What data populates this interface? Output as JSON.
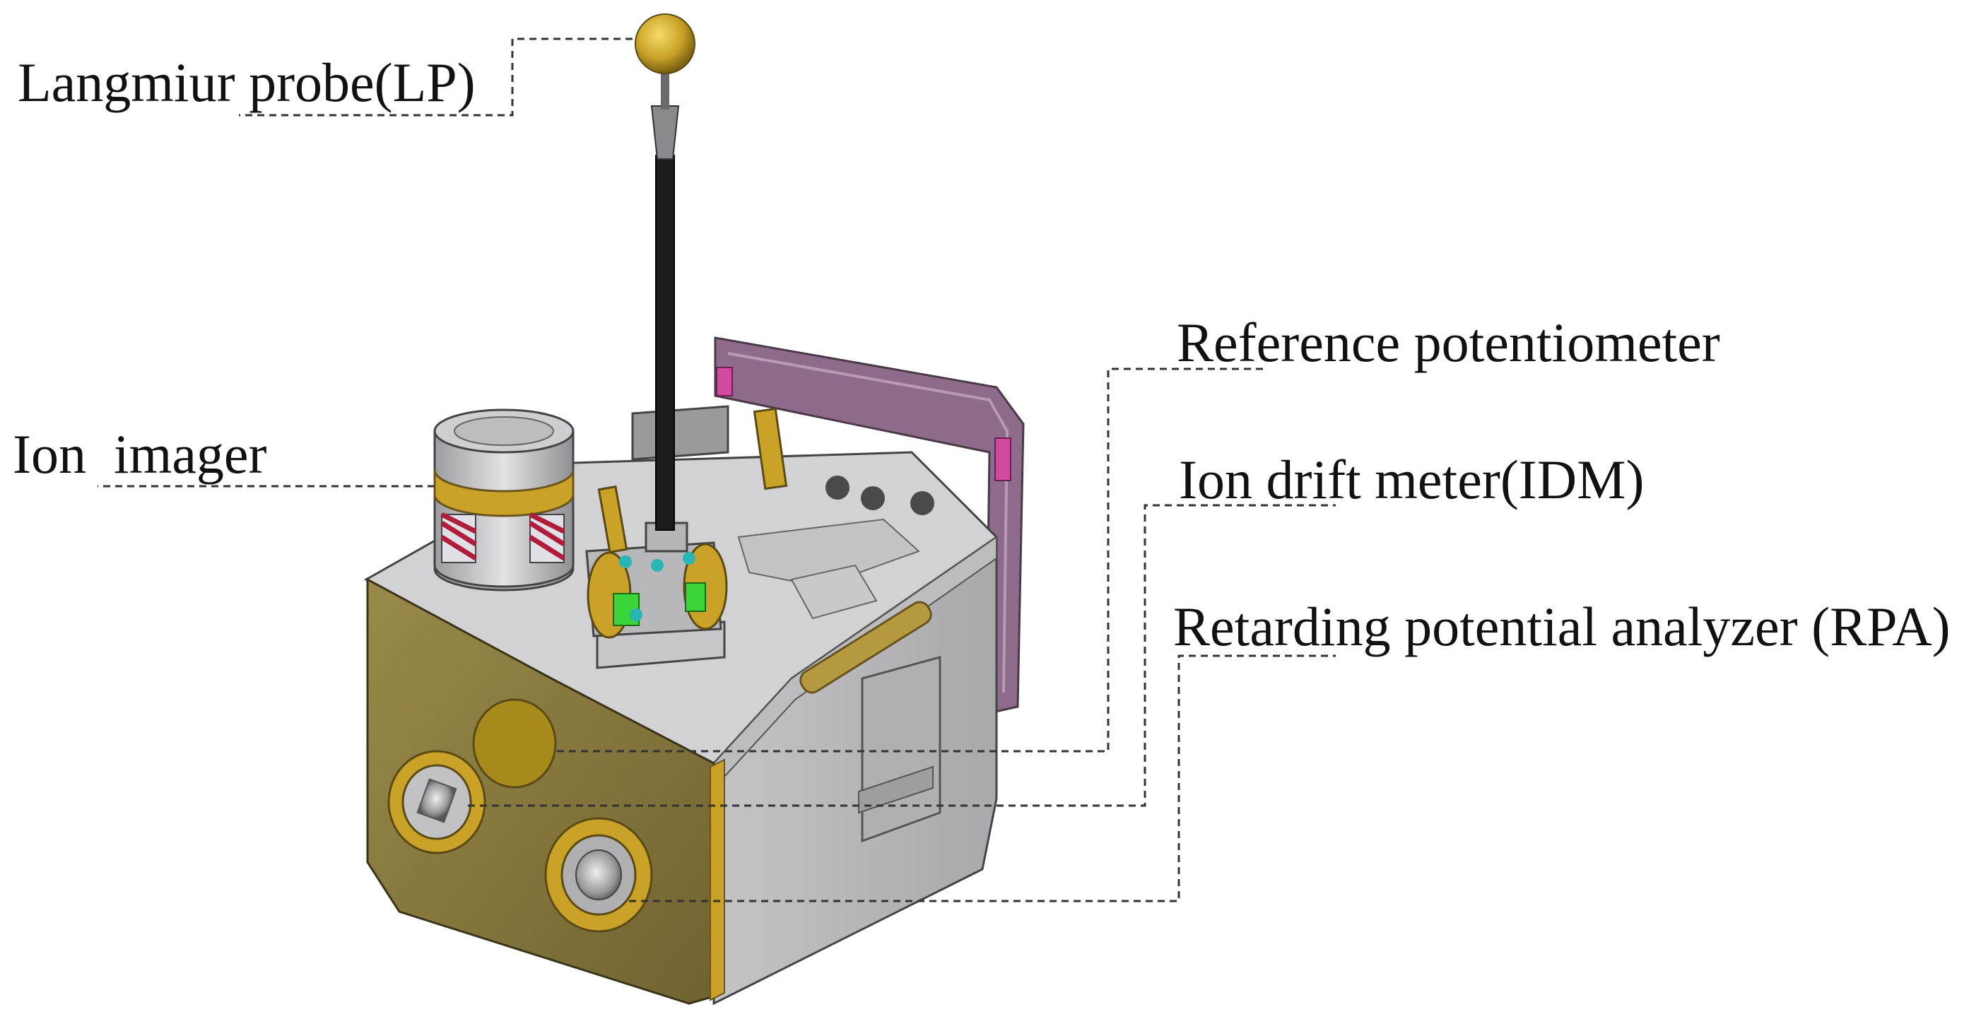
{
  "labels": {
    "langmuir_probe": "Langmiur probe(LP)",
    "ion_imager": "Ion  imager",
    "reference_potentiometer": "Reference potentiometer",
    "ion_drift_meter": "Ion drift meter(IDM)",
    "retarding_potential_analyzer": "Retarding potential analyzer (RPA)"
  },
  "colors": {
    "leader_line": "#333333",
    "front_panel": "#8a7a3e",
    "gold_trim": "#c9a227",
    "body_top": "#cfcfcf",
    "body_side": "#b9b9bb",
    "rear_panel": "#8e6b8a"
  }
}
